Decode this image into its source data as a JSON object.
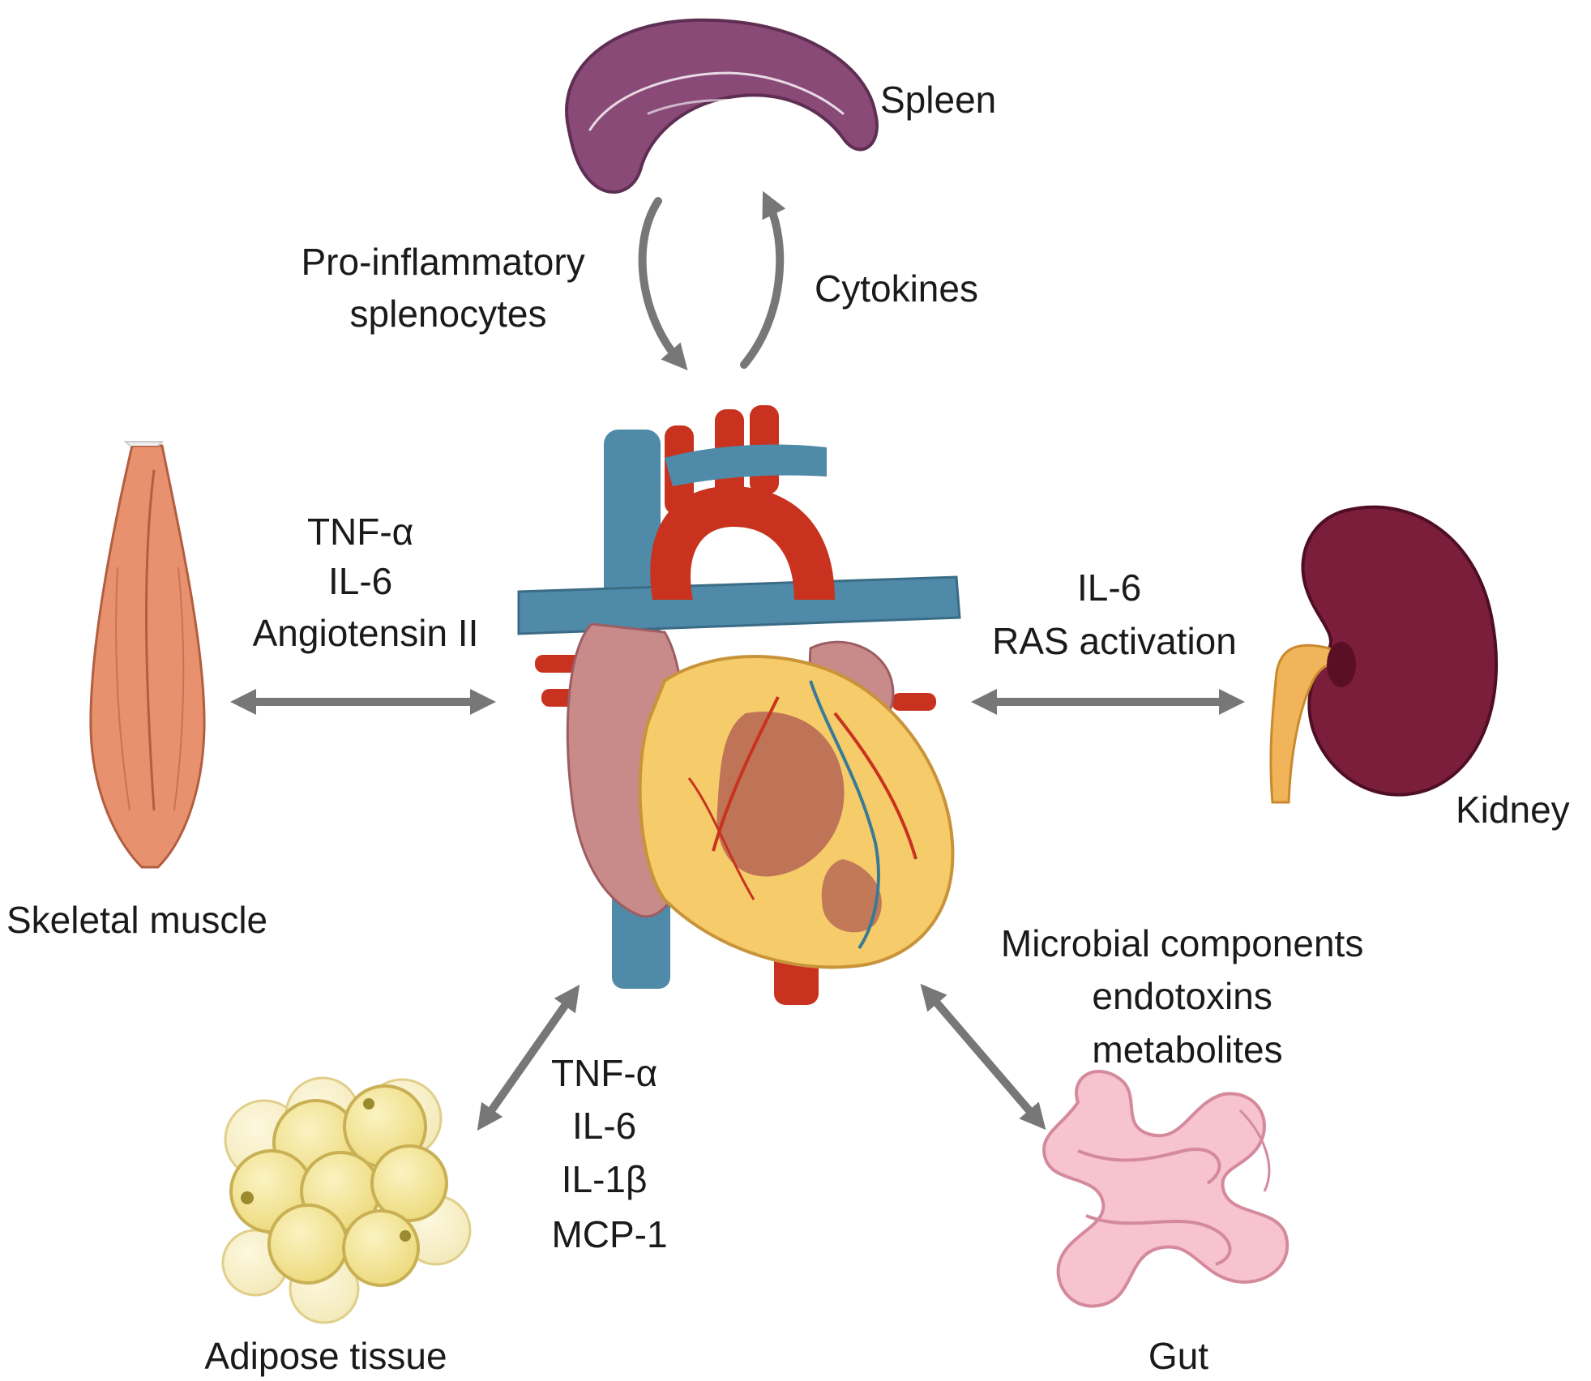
{
  "organs": {
    "spleen": "Spleen",
    "kidney": "Kidney",
    "skeletal_muscle": "Skeletal muscle",
    "adipose": "Adipose tissue",
    "gut": "Gut"
  },
  "signals": {
    "spleen_to_heart": [
      "Pro-inflammatory",
      "splenocytes"
    ],
    "heart_to_spleen": "Cytokines",
    "muscle": [
      "TNF-α",
      "IL-6",
      "Angiotensin  II"
    ],
    "kidney": [
      "IL-6",
      "RAS  activation"
    ],
    "adipose": [
      "TNF-α",
      "IL-6",
      "IL-1β",
      "MCP-1"
    ],
    "gut": [
      "Microbial components",
      "endotoxins",
      "metabolites"
    ]
  },
  "colors": {
    "arrow": "#777777",
    "spleen": "#8a4a78",
    "kidney": "#7a1e3c",
    "ureter": "#f2b45a",
    "muscle": "#e8916e",
    "adipose": "#f4e69a",
    "gut": "#f6c3cf",
    "heart_fat": "#f6cc6a",
    "heart_muscle": "#b96a55",
    "artery": "#c8321e",
    "vein": "#4f8aa8"
  }
}
